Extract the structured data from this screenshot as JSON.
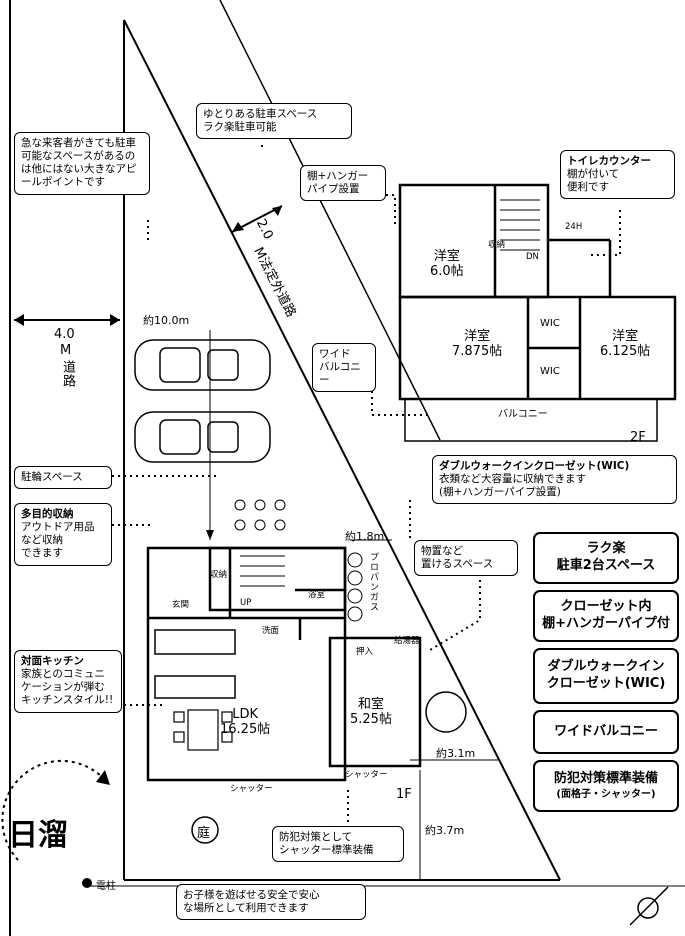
{
  "callouts": {
    "parking_easy": "ゆとりある駐車スペース\nラク楽駐車可能",
    "shelf_hanger": "棚+ハンガー\nパイプ設置",
    "toilet_counter_title": "トイレカウンター",
    "toilet_counter_body": "棚が付いて\n便利です",
    "visitor_parking": "急な来客者がきても駐車可能なスペースがあるのは他にはない大きなアピールポイントです",
    "wide_balcony": "ワイド\nバルコニー",
    "bike_space": "駐輪スペース",
    "storage_title": "多目的収納",
    "storage_body": "アウトドア用品\nなど収納\nできます",
    "wic_title": "ダブルウォークインクローゼット(WIC)",
    "wic_body": "衣類など大容量に収納できます\n(棚+ハンガーパイプ設置)",
    "items_space": "物置など\n置けるスペース",
    "kitchen_title": "対面キッチン",
    "kitchen_body": "家族とのコミュニケーションが弾むキッチンスタイル!!",
    "shutter_note": "防犯対策として\nシャッター標準装備",
    "yard_note": "お子様を遊ばせる安全で安心\nな場所として利用できます"
  },
  "features": [
    {
      "title": "ラク楽\n駐車2台スペース",
      "sub": ""
    },
    {
      "title": "クローゼット内\n棚+ハンガーパイプ付",
      "sub": ""
    },
    {
      "title": "ダブルウォークイン\nクローゼット(WIC)",
      "sub": ""
    },
    {
      "title": "ワイドバルコニー",
      "sub": ""
    },
    {
      "title": "防犯対策標準装備",
      "sub": "(面格子・シャッター)"
    }
  ],
  "roads": {
    "road_west_width": "4.0",
    "road_west_unit": "M",
    "road_west_label": "道路",
    "road_diag_width": "2.0",
    "road_diag_label": "M法定外道路"
  },
  "dimensions": {
    "d_10": "約10.0m",
    "d_18": "約1.8m",
    "d_31": "約3.1m",
    "d_37": "約3.7m"
  },
  "floor2": {
    "label": "2F",
    "room1_name": "洋室",
    "room1_size": "6.0帖",
    "room2_name": "洋室",
    "room2_size": "7.875帖",
    "room3_name": "洋室",
    "room3_size": "6.125帖",
    "wic": "WIC",
    "storage": "収納",
    "dn": "DN",
    "balcony": "バルコニー",
    "wc_mark": "24H"
  },
  "floor1": {
    "label": "1F",
    "ldk_name": "LDK",
    "ldk_size": "16.25帖",
    "washitsu_name": "和室",
    "washitsu_size": "5.25帖",
    "storage": "収納",
    "entrance": "玄関",
    "up": "UP",
    "washroom": "浴室",
    "powder": "洗面",
    "oshiire": "押入",
    "boiler": "給湯器",
    "propane": "プロパンガス",
    "shutter": "シャッター"
  },
  "compass": {
    "sun_text": "日溜",
    "yard_symbol": "庭"
  },
  "marker": "電柱"
}
